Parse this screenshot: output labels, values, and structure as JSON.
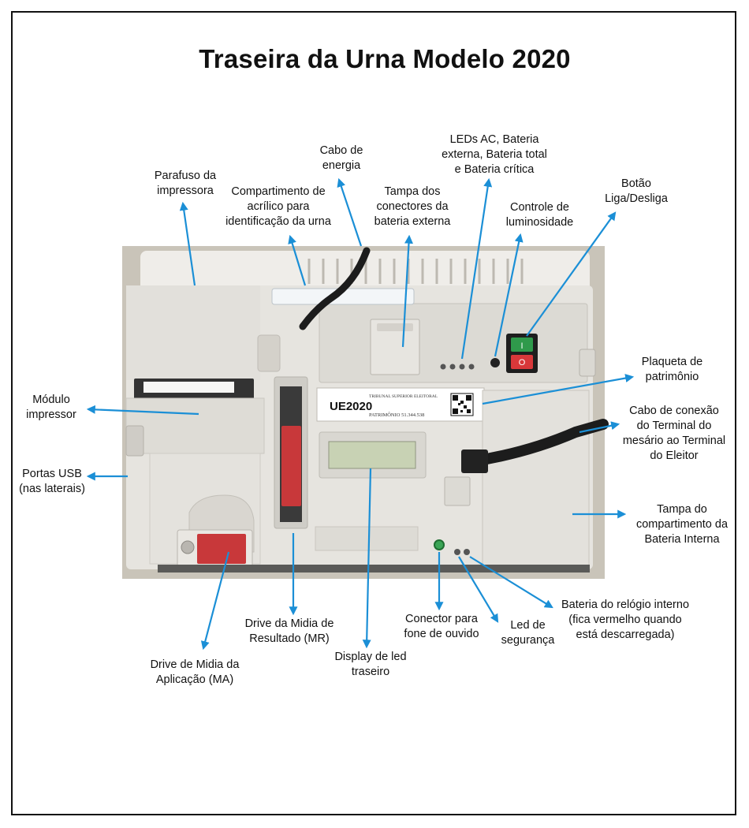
{
  "title": "Traseira da Urna Modelo 2020",
  "colors": {
    "arrow": "#1b8fd6",
    "frame": "#111111",
    "device_body": "#e6e4df",
    "screen": "#c8d2b4",
    "button_green": "#2f9a4b",
    "button_red": "#d8383a",
    "seal_red": "#c8383a"
  },
  "device": {
    "model_tag": "UE2020",
    "plate_header": "TRIBUNAL SUPERIOR ELEITORAL",
    "plate_number": "PATRIMÔNIO  51.344.538",
    "power_on_symbol": "I",
    "power_off_symbol": "O"
  },
  "labels": {
    "parafuso": [
      "Parafuso da",
      "impressora"
    ],
    "compartimento": [
      "Compartimento de",
      "acrílico para",
      "identificação da urna"
    ],
    "cabo_energia": [
      "Cabo de",
      "energia"
    ],
    "tampa_conectores": [
      "Tampa dos",
      "conectores da",
      "bateria externa"
    ],
    "leds": [
      "LEDs AC, Bateria",
      "externa, Bateria total",
      "e Bateria crítica"
    ],
    "controle": [
      "Controle de",
      "luminosidade"
    ],
    "botao": [
      "Botão",
      "Liga/Desliga"
    ],
    "plaqueta": [
      "Plaqueta de",
      "patrimônio"
    ],
    "cabo_conexao": [
      "Cabo de conexão",
      "do Terminal do",
      "mesário ao Terminal",
      "do Eleitor"
    ],
    "tampa_bateria": [
      "Tampa do",
      "compartimento da",
      "Bateria Interna"
    ],
    "modulo": [
      "Módulo",
      "impressor"
    ],
    "usb": [
      "Portas USB",
      "(nas laterais)"
    ],
    "drive_ma": [
      "Drive de Midia da",
      "Aplicação (MA)"
    ],
    "drive_mr": [
      "Drive da Midia de",
      "Resultado (MR)"
    ],
    "display": [
      "Display de led",
      "traseiro"
    ],
    "conector_fone": [
      "Conector para",
      "fone de ouvido"
    ],
    "led_seguranca": [
      "Led de",
      "segurança"
    ],
    "bateria_relogio": [
      "Bateria do relógio interno",
      "(fica vermelho quando",
      "está descarregada)"
    ]
  }
}
